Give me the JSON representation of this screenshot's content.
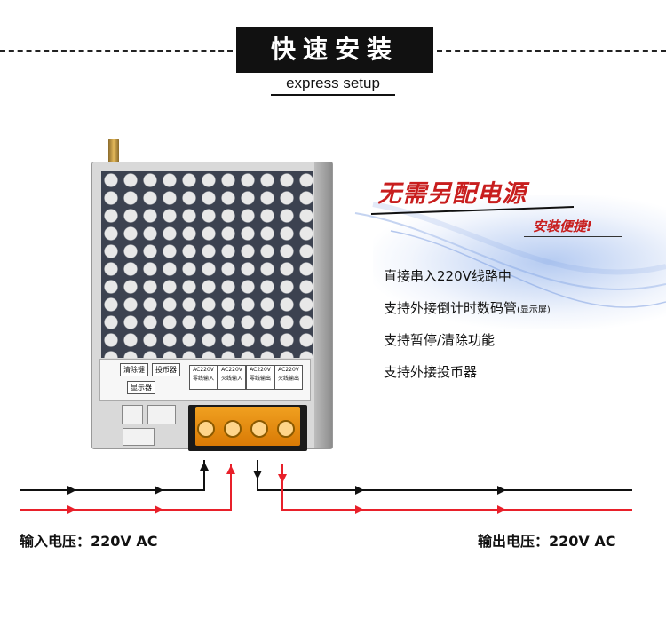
{
  "header": {
    "title": "快速安装",
    "subtitle": "express setup"
  },
  "slogan": {
    "main": "无需另配电源",
    "sub": "安装便捷!"
  },
  "features": [
    {
      "text": "直接串入220V线路中",
      "note": ""
    },
    {
      "text": "支持外接倒计时数码管",
      "note": "(显示屏)"
    },
    {
      "text": "支持暂停/清除功能",
      "note": ""
    },
    {
      "text": "支持外接投币器",
      "note": ""
    }
  ],
  "device": {
    "buttons": [
      "清除键",
      "投币器",
      "显示器"
    ],
    "terminals": [
      {
        "top": "AC220V",
        "bottom": "零线输入"
      },
      {
        "top": "AC220V",
        "bottom": "火线输入"
      },
      {
        "top": "AC220V",
        "bottom": "零线输出"
      },
      {
        "top": "AC220V",
        "bottom": "火线输出"
      }
    ]
  },
  "wiring": {
    "input_label": "输入电压：220V AC",
    "output_label": "输出电压：220V AC",
    "colors": {
      "neutral": "#111111",
      "live": "#e8202a"
    }
  }
}
